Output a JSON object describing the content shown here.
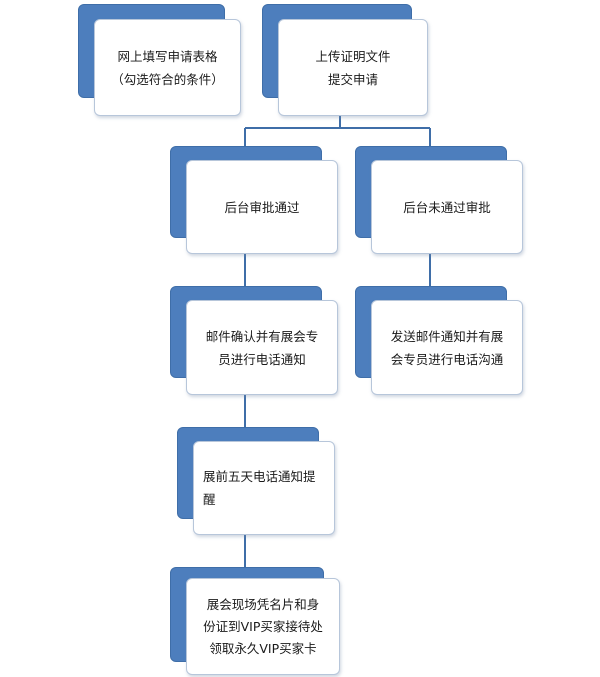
{
  "flowchart": {
    "nodes": [
      {
        "id": "apply_online",
        "lines": [
          "网上填写申请表格",
          "（勾选符合的条件）"
        ]
      },
      {
        "id": "upload_docs",
        "lines": [
          "上传证明文件",
          "提交申请"
        ]
      },
      {
        "id": "approved",
        "lines": [
          "后台审批通过"
        ]
      },
      {
        "id": "rejected",
        "lines": [
          "后台未通过审批"
        ]
      },
      {
        "id": "email_confirm",
        "lines": [
          "邮件确认并有展会专",
          "员进行电话通知"
        ]
      },
      {
        "id": "email_notify",
        "lines": [
          "发送邮件通知并有展",
          "会专员进行电话沟通"
        ]
      },
      {
        "id": "call_5days",
        "lines": [
          "展前五天电话通知提",
          "醒"
        ]
      },
      {
        "id": "onsite_pickup",
        "lines": [
          "展会现场凭名片和身",
          "份证到VIP买家接待处",
          "领取永久VIP买家卡"
        ]
      }
    ],
    "edges": [
      {
        "from": "upload_docs",
        "to": "approved"
      },
      {
        "from": "upload_docs",
        "to": "rejected"
      },
      {
        "from": "approved",
        "to": "email_confirm"
      },
      {
        "from": "rejected",
        "to": "email_notify"
      },
      {
        "from": "email_confirm",
        "to": "call_5days"
      },
      {
        "from": "call_5days",
        "to": "onsite_pickup"
      }
    ],
    "colors": {
      "shade": "#4d7ebd",
      "card_border": "#b7c6da",
      "line": "#3f6ea8"
    }
  }
}
